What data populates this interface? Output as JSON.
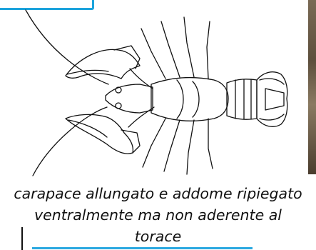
{
  "caption": {
    "lines": [
      "carapace allungato e addome ripiegato",
      "ventralmente ma non aderente al",
      "torace"
    ]
  },
  "colors": {
    "accent": "#2aa8e0",
    "ink": "#111111",
    "background": "#ffffff"
  }
}
